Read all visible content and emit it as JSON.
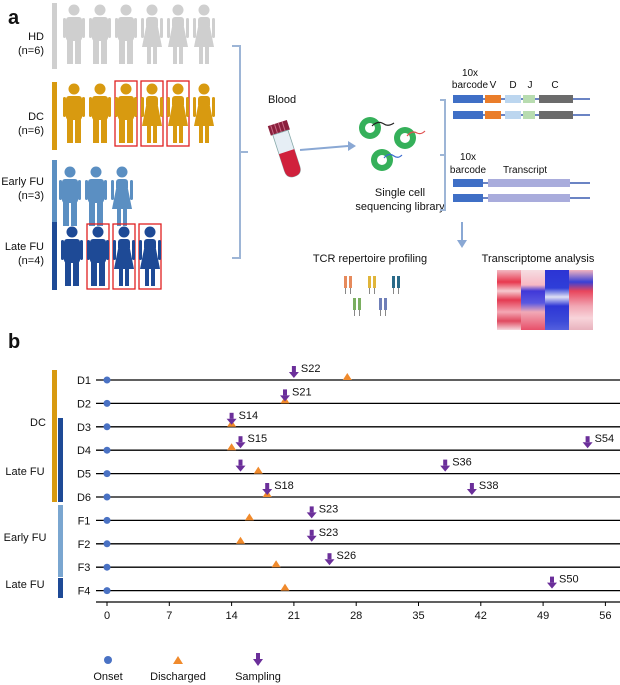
{
  "panel_a": {
    "label": "a",
    "groups": [
      {
        "name": "HD",
        "n": "(n=6)",
        "color": "#cfcfcf",
        "figures": [
          "m",
          "m",
          "m",
          "f",
          "f",
          "f"
        ],
        "boxed": [
          false,
          false,
          false,
          false,
          false,
          false
        ]
      },
      {
        "name": "DC",
        "n": "(n=6)",
        "color": "#d89a10",
        "figures": [
          "m",
          "m",
          "m",
          "f",
          "f",
          "f"
        ],
        "boxed": [
          false,
          false,
          true,
          true,
          true,
          false
        ]
      },
      {
        "name": "Early FU",
        "n": "(n=3)",
        "color": "#5b8fc2",
        "figures": [
          "m",
          "m",
          "f"
        ],
        "boxed": [
          false,
          false,
          false
        ]
      },
      {
        "name": "Late FU",
        "n": "(n=4)",
        "color": "#1e4a96",
        "figures": [
          "m",
          "m",
          "f",
          "f"
        ],
        "boxed": [
          false,
          true,
          true,
          true
        ]
      }
    ],
    "blood_label": "Blood",
    "library_label_1": "Single cell",
    "library_label_2": "sequencing library",
    "tcr_construct": {
      "barcode_1": "10x",
      "barcode_2": "barcode",
      "segments": [
        "V",
        "D",
        "J",
        "C"
      ]
    },
    "transcript_construct": {
      "barcode_1": "10x",
      "barcode_2": "barcode",
      "label": "Transcript"
    },
    "tcr_profiling_label": "TCR repertoire profiling",
    "transcriptome_label": "Transcriptome analysis"
  },
  "panel_b": {
    "label": "b",
    "group_labels": [
      {
        "name": "DC",
        "color": "#d89a10",
        "rows": [
          0,
          5
        ]
      },
      {
        "name": "Late FU",
        "color": "#1e4a96",
        "rows": [
          3,
          5
        ]
      },
      {
        "name": "Early FU",
        "color": "#7aa6d0",
        "rows": [
          6,
          8
        ]
      },
      {
        "name": "Late FU",
        "color": "#1e4a96",
        "rows": [
          9,
          9
        ]
      }
    ],
    "legend": {
      "onset": "Onset",
      "discharged": "Discharged",
      "sampling": "Sampling"
    },
    "colors": {
      "onset": "#4a72c4",
      "discharged": "#f08a2c",
      "sampling": "#6b2f9a"
    }
  },
  "chart_data": {
    "type": "scatter",
    "x_ticks": [
      0,
      7,
      14,
      21,
      28,
      35,
      42,
      49,
      56
    ],
    "xlim": [
      -3,
      59
    ],
    "rows": [
      {
        "id": "D1",
        "onset": 0,
        "discharged": 27,
        "sampling": [
          {
            "day": 21,
            "label": "S22"
          }
        ]
      },
      {
        "id": "D2",
        "onset": 0,
        "discharged": 20,
        "sampling": [
          {
            "day": 20,
            "label": "S21"
          }
        ]
      },
      {
        "id": "D3",
        "onset": 0,
        "discharged": 14,
        "sampling": [
          {
            "day": 14,
            "label": "S14"
          }
        ]
      },
      {
        "id": "D4",
        "onset": 0,
        "discharged": 14,
        "sampling": [
          {
            "day": 15,
            "label": "S15"
          },
          {
            "day": 54,
            "label": "S54"
          }
        ]
      },
      {
        "id": "D5",
        "onset": 0,
        "discharged": 17,
        "sampling": [
          {
            "day": 15,
            "label": ""
          },
          {
            "day": 38,
            "label": "S36"
          }
        ]
      },
      {
        "id": "D6",
        "onset": 0,
        "discharged": 18,
        "sampling": [
          {
            "day": 18,
            "label": "S18"
          },
          {
            "day": 41,
            "label": "S38"
          }
        ]
      },
      {
        "id": "F1",
        "onset": 0,
        "discharged": 16,
        "sampling": [
          {
            "day": 23,
            "label": "S23"
          }
        ]
      },
      {
        "id": "F2",
        "onset": 0,
        "discharged": 15,
        "sampling": [
          {
            "day": 23,
            "label": "S23"
          }
        ]
      },
      {
        "id": "F3",
        "onset": 0,
        "discharged": 19,
        "sampling": [
          {
            "day": 25,
            "label": "S26"
          }
        ]
      },
      {
        "id": "F4",
        "onset": 0,
        "discharged": 20,
        "sampling": [
          {
            "day": 50,
            "label": "S50"
          }
        ]
      }
    ]
  }
}
